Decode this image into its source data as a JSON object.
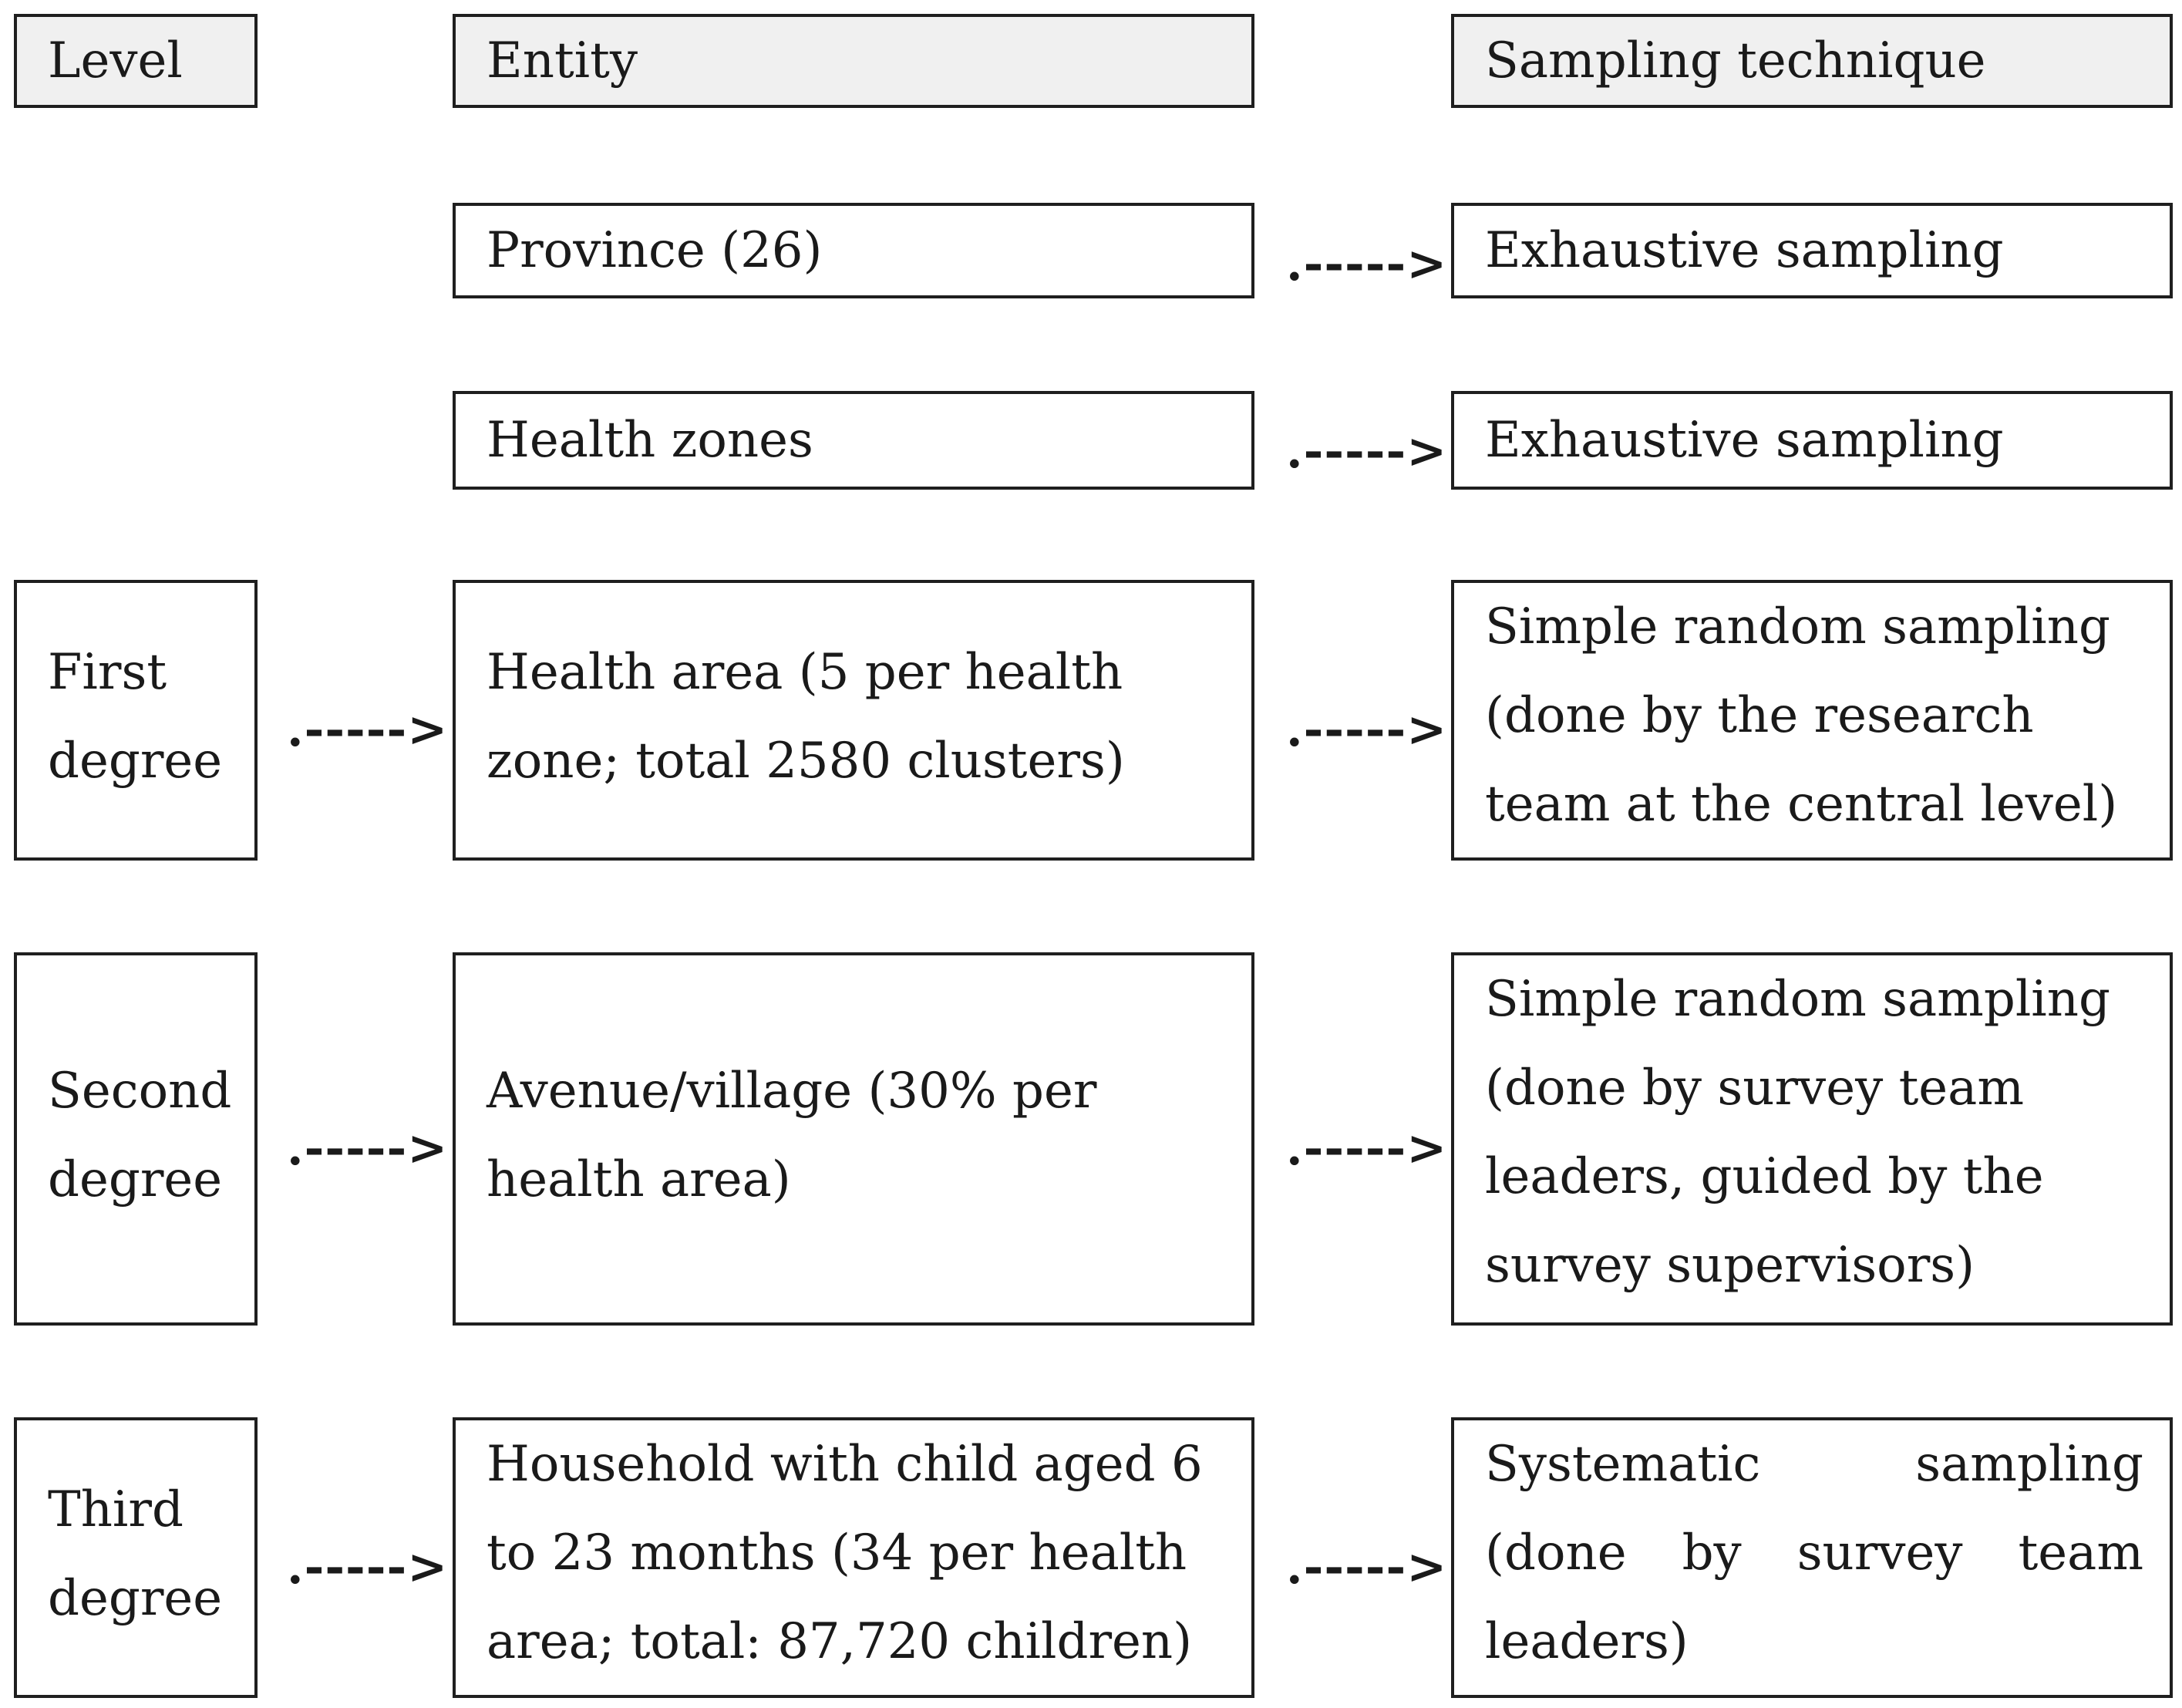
{
  "headers": {
    "level": "Level",
    "entity": "Entity",
    "technique": "Sampling technique"
  },
  "arrow_glyph": ".----->",
  "rows": [
    {
      "level": null,
      "entity": [
        "Province (26)"
      ],
      "technique": [
        "Exhaustive sampling"
      ]
    },
    {
      "level": null,
      "entity": [
        "Health zones"
      ],
      "technique": [
        "Exhaustive sampling"
      ]
    },
    {
      "level": [
        "First",
        "degree"
      ],
      "entity": [
        "Health area (5 per health",
        "zone; total 2580 clusters)"
      ],
      "technique": [
        "Simple random sampling",
        "(done by the research",
        "team at the central level)"
      ]
    },
    {
      "level": [
        "Second",
        "degree"
      ],
      "entity": [
        "Avenue/village (30% per",
        "health area)"
      ],
      "technique": [
        "Simple random sampling",
        "(done by survey team",
        "leaders, guided by the",
        "survey supervisors)"
      ]
    },
    {
      "level": [
        "Third",
        "degree"
      ],
      "entity": [
        "Household with child aged 6",
        "to 23 months (34 per health",
        "area; total: 87,720 children)"
      ],
      "technique": [
        "Systematic sampling",
        "(done by survey team",
        "leaders)"
      ]
    }
  ]
}
